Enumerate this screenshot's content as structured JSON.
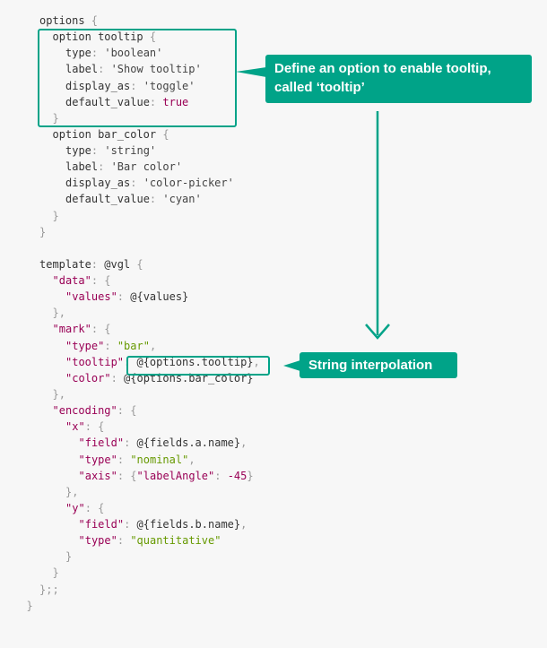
{
  "code_lines": [
    [
      {
        "t": "options",
        "c": "k"
      },
      {
        "t": " {",
        "c": "p"
      }
    ],
    [
      {
        "t": "option tooltip",
        "c": "k"
      },
      {
        "t": " {",
        "c": "p"
      }
    ],
    [
      {
        "t": "type",
        "c": "k"
      },
      {
        "t": ": ",
        "c": "p"
      },
      {
        "t": "'boolean'",
        "c": "s"
      }
    ],
    [
      {
        "t": "label",
        "c": "k"
      },
      {
        "t": ": ",
        "c": "p"
      },
      {
        "t": "'Show tooltip'",
        "c": "s"
      }
    ],
    [
      {
        "t": "display_as",
        "c": "k"
      },
      {
        "t": ": ",
        "c": "p"
      },
      {
        "t": "'toggle'",
        "c": "s"
      }
    ],
    [
      {
        "t": "default_value",
        "c": "k"
      },
      {
        "t": ": ",
        "c": "p"
      },
      {
        "t": "true",
        "c": "num"
      }
    ],
    [
      {
        "t": "}",
        "c": "p"
      }
    ],
    [
      {
        "t": "option bar_color",
        "c": "k"
      },
      {
        "t": " {",
        "c": "p"
      }
    ],
    [
      {
        "t": "type",
        "c": "k"
      },
      {
        "t": ": ",
        "c": "p"
      },
      {
        "t": "'string'",
        "c": "s"
      }
    ],
    [
      {
        "t": "label",
        "c": "k"
      },
      {
        "t": ": ",
        "c": "p"
      },
      {
        "t": "'Bar color'",
        "c": "s"
      }
    ],
    [
      {
        "t": "display_as",
        "c": "k"
      },
      {
        "t": ": ",
        "c": "p"
      },
      {
        "t": "'color-picker'",
        "c": "s"
      }
    ],
    [
      {
        "t": "default_value",
        "c": "k"
      },
      {
        "t": ": ",
        "c": "p"
      },
      {
        "t": "'cyan'",
        "c": "s"
      }
    ],
    [
      {
        "t": "}",
        "c": "p"
      }
    ],
    [
      {
        "t": "}",
        "c": "p"
      }
    ],
    [],
    [
      {
        "t": "template",
        "c": "k"
      },
      {
        "t": ": ",
        "c": "p"
      },
      {
        "t": "@vgl",
        "c": "k"
      },
      {
        "t": " {",
        "c": "p"
      }
    ],
    [
      {
        "t": "\"data\"",
        "c": "str"
      },
      {
        "t": ": {",
        "c": "p"
      }
    ],
    [
      {
        "t": "\"values\"",
        "c": "str"
      },
      {
        "t": ": ",
        "c": "p"
      },
      {
        "t": "@{values}",
        "c": "k"
      }
    ],
    [
      {
        "t": "},",
        "c": "p"
      }
    ],
    [
      {
        "t": "\"mark\"",
        "c": "str"
      },
      {
        "t": ": {",
        "c": "p"
      }
    ],
    [
      {
        "t": "\"type\"",
        "c": "str"
      },
      {
        "t": ": ",
        "c": "p"
      },
      {
        "t": "\"bar\"",
        "c": "sv"
      },
      {
        "t": ",",
        "c": "p"
      }
    ],
    [
      {
        "t": "\"tooltip\"",
        "c": "str"
      },
      {
        "t": ": ",
        "c": "p"
      },
      {
        "t": "@{options.tooltip}",
        "c": "k"
      },
      {
        "t": ",",
        "c": "p"
      }
    ],
    [
      {
        "t": "\"color\"",
        "c": "str"
      },
      {
        "t": ": ",
        "c": "p"
      },
      {
        "t": "@{options.bar_color}",
        "c": "k"
      }
    ],
    [
      {
        "t": "},",
        "c": "p"
      }
    ],
    [
      {
        "t": "\"encoding\"",
        "c": "str"
      },
      {
        "t": ": {",
        "c": "p"
      }
    ],
    [
      {
        "t": "\"x\"",
        "c": "str"
      },
      {
        "t": ": {",
        "c": "p"
      }
    ],
    [
      {
        "t": "\"field\"",
        "c": "str"
      },
      {
        "t": ": ",
        "c": "p"
      },
      {
        "t": "@{fields.a.name}",
        "c": "k"
      },
      {
        "t": ",",
        "c": "p"
      }
    ],
    [
      {
        "t": "\"type\"",
        "c": "str"
      },
      {
        "t": ": ",
        "c": "p"
      },
      {
        "t": "\"nominal\"",
        "c": "sv"
      },
      {
        "t": ",",
        "c": "p"
      }
    ],
    [
      {
        "t": "\"axis\"",
        "c": "str"
      },
      {
        "t": ": {",
        "c": "p"
      },
      {
        "t": "\"labelAngle\"",
        "c": "str"
      },
      {
        "t": ": ",
        "c": "p"
      },
      {
        "t": "-45",
        "c": "num"
      },
      {
        "t": "}",
        "c": "p"
      }
    ],
    [
      {
        "t": "},",
        "c": "p"
      }
    ],
    [
      {
        "t": "\"y\"",
        "c": "str"
      },
      {
        "t": ": {",
        "c": "p"
      }
    ],
    [
      {
        "t": "\"field\"",
        "c": "str"
      },
      {
        "t": ": ",
        "c": "p"
      },
      {
        "t": "@{fields.b.name}",
        "c": "k"
      },
      {
        "t": ",",
        "c": "p"
      }
    ],
    [
      {
        "t": "\"type\"",
        "c": "str"
      },
      {
        "t": ": ",
        "c": "p"
      },
      {
        "t": "\"quantitative\"",
        "c": "sv"
      }
    ],
    [
      {
        "t": "}",
        "c": "p"
      }
    ],
    [
      {
        "t": "}",
        "c": "p"
      }
    ],
    [
      {
        "t": "};;",
        "c": "p"
      }
    ],
    [
      {
        "t": "}",
        "c": "p"
      }
    ]
  ],
  "callouts": {
    "tooltip_option": "Define an option to enable tooltip,\ncalled ‘tooltip’",
    "interpolation": "String interpolation"
  },
  "colors": {
    "accent": "#00a388",
    "key": "#990055",
    "string_value": "#669900",
    "punctuation": "#999999",
    "background": "#f7f7f7"
  }
}
